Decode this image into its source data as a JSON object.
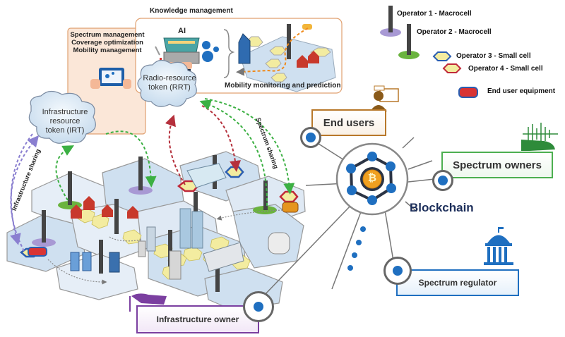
{
  "knowledge_panel": {
    "title": "Knowledge management",
    "ai_label": "AI",
    "mobility_label": "Mobility monitoring and prediction"
  },
  "management_panel": {
    "lines": [
      "Spectrum management",
      "Coverage optimization",
      "Mobility management"
    ]
  },
  "tokens": {
    "rrt": [
      "Radio-resource",
      "token (RRT)"
    ],
    "irt": [
      "Infrastructure",
      "resource",
      "token (IRT)"
    ]
  },
  "arrow_labels": {
    "infrastructure_sharing": "Infrastructure sharing",
    "spectrum_sharing": "Spectrum sharing"
  },
  "legend": {
    "items": [
      {
        "label": "Operator 1 - Macrocell",
        "icon": "macrocell-tower-icon",
        "color": "#a899d4"
      },
      {
        "label": "Operator 2 - Macrocell",
        "icon": "macrocell-tower-icon",
        "color": "#6ab33e"
      },
      {
        "label": "Operator 3 - Small cell",
        "icon": "small-cell-hexagon-icon",
        "color": "#2a5db0"
      },
      {
        "label": "Operator 4 - Small cell",
        "icon": "small-cell-hexagon-icon",
        "color": "#c0293a"
      },
      {
        "label": "End user equipment",
        "icon": "car-icon",
        "color": "#2a5db0"
      }
    ]
  },
  "blockchain": {
    "label": "Blockchain",
    "coin_symbol": "₿"
  },
  "stakeholders": {
    "end_users": {
      "label": "End users",
      "color": "#b8782a"
    },
    "spectrum_owners": {
      "label": "Spectrum owners",
      "color": "#4caf50"
    },
    "spectrum_regulator": {
      "label": "Spectrum regulator",
      "color": "#1f6fc0"
    },
    "infrastructure_owner": {
      "label": "Infrastructure owner",
      "color": "#7b3fa0"
    }
  }
}
